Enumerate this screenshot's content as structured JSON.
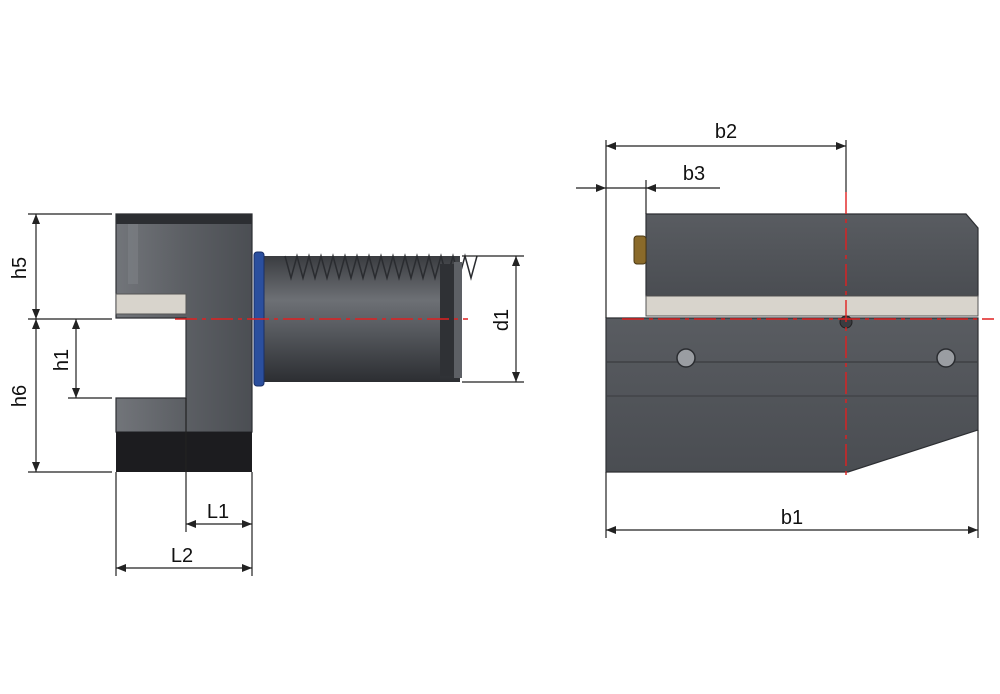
{
  "colors": {
    "background": "#ffffff",
    "dimension_line": "#222222",
    "centerline": "#e02020",
    "body_dark": "#4a4d52",
    "body_mid": "#63666b",
    "clamp_strip": "#d8d4cc",
    "base_block": "#1c1c1f",
    "o_ring": "#2b4f9e"
  },
  "labels": {
    "h5": "h5",
    "h1": "h1",
    "h6": "h6",
    "d1": "d1",
    "L1": "L1",
    "L2": "L2",
    "b1": "b1",
    "b2": "b2",
    "b3": "b3"
  }
}
